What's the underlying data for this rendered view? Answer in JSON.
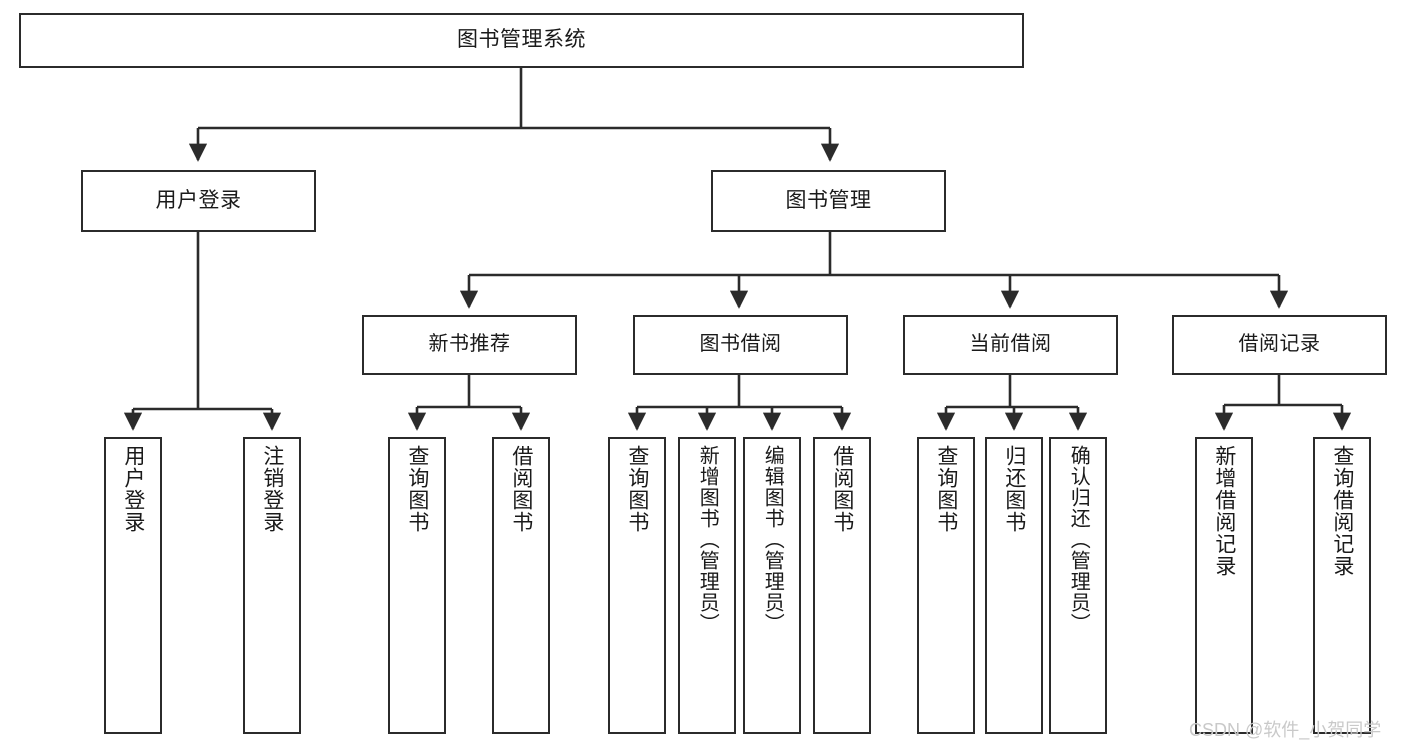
{
  "diagram": {
    "type": "tree-hierarchy",
    "title": "图书管理系统",
    "root": {
      "label": "图书管理系统"
    },
    "level2": [
      {
        "label": "用户登录"
      },
      {
        "label": "图书管理"
      }
    ],
    "level3": [
      {
        "label": "新书推荐"
      },
      {
        "label": "图书借阅"
      },
      {
        "label": "当前借阅"
      },
      {
        "label": "借阅记录"
      }
    ],
    "leaves": {
      "user_login": [
        {
          "label": "用户登录"
        },
        {
          "label": "注销登录"
        }
      ],
      "new_book_recommend": [
        {
          "label": "查询图书"
        },
        {
          "label": "借阅图书"
        }
      ],
      "book_borrow": [
        {
          "label": "查询图书"
        },
        {
          "label": "新增图书（管理员）"
        },
        {
          "label": "编辑图书（管理员）"
        },
        {
          "label": "借阅图书"
        }
      ],
      "current_borrow": [
        {
          "label": "查询图书"
        },
        {
          "label": "归还图书"
        },
        {
          "label": "确认归还（管理员）"
        }
      ],
      "borrow_record": [
        {
          "label": "新增借阅记录"
        },
        {
          "label": "查询借阅记录"
        }
      ]
    }
  },
  "watermark": {
    "text": "CSDN @软件_小贺同学"
  },
  "colors": {
    "box_border": "#2b2b2b",
    "box_fill": "#ffffff",
    "text": "#1a1a1a",
    "edge": "#2b2b2b",
    "watermark": "#c9c9c9"
  }
}
